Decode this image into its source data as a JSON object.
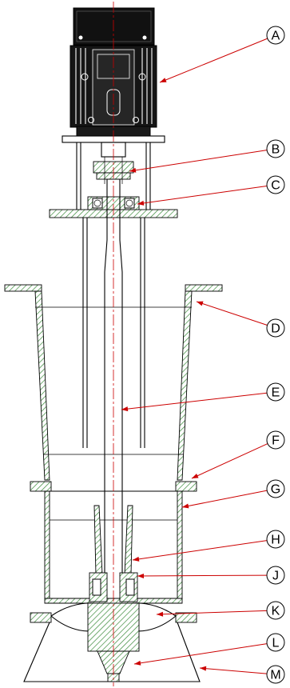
{
  "diagram": {
    "callouts": [
      {
        "label": "A"
      },
      {
        "label": "B"
      },
      {
        "label": "C"
      },
      {
        "label": "D"
      },
      {
        "label": "E"
      },
      {
        "label": "F"
      },
      {
        "label": "G"
      },
      {
        "label": "H"
      },
      {
        "label": "J"
      },
      {
        "label": "K"
      },
      {
        "label": "L"
      },
      {
        "label": "M"
      }
    ],
    "colors": {
      "leader": "#cc0000",
      "centerline": "#cc0000",
      "hatch": "#3a8a3a",
      "outline": "#000000",
      "motor": "#111111"
    }
  }
}
